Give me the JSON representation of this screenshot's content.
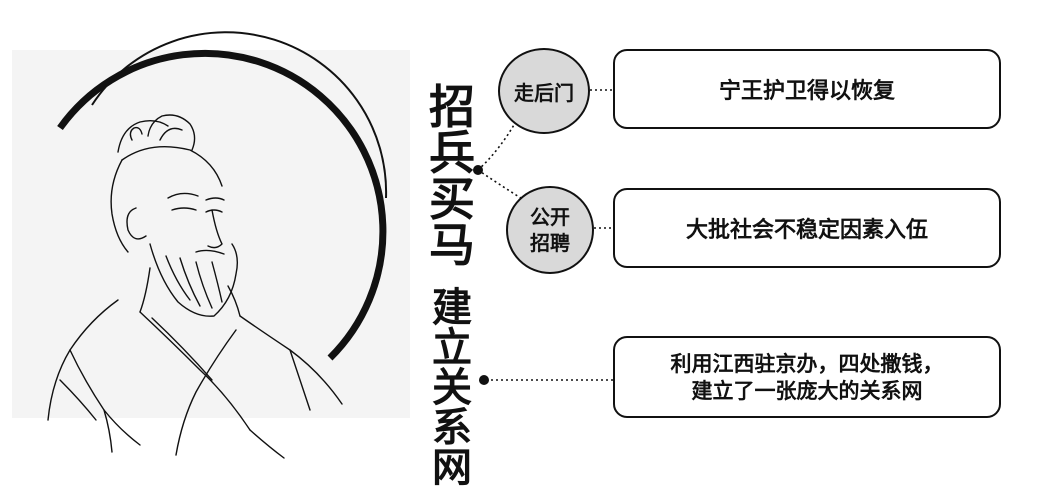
{
  "title_top": [
    "招",
    "兵",
    "买",
    "马"
  ],
  "title_bottom": [
    "建",
    "立",
    "关",
    "系",
    "网"
  ],
  "branch_a": {
    "label": "走后门",
    "result": "宁王护卫得以恢复"
  },
  "branch_b": {
    "label_line1": "公开",
    "label_line2": "招聘",
    "result": "大批社会不稳定因素入伍"
  },
  "branch_c": {
    "result_line1": "利用江西驻京办，四处撒钱，",
    "result_line2": "建立了一张庞大的关系网"
  },
  "colors": {
    "ink": "#111111",
    "bubble_fill": "#d9d9d9",
    "background": "#ffffff",
    "panel_bg": "#f4f4f4"
  },
  "illustration": "portrait-of-bearded-man-in-robe-with-topknot"
}
